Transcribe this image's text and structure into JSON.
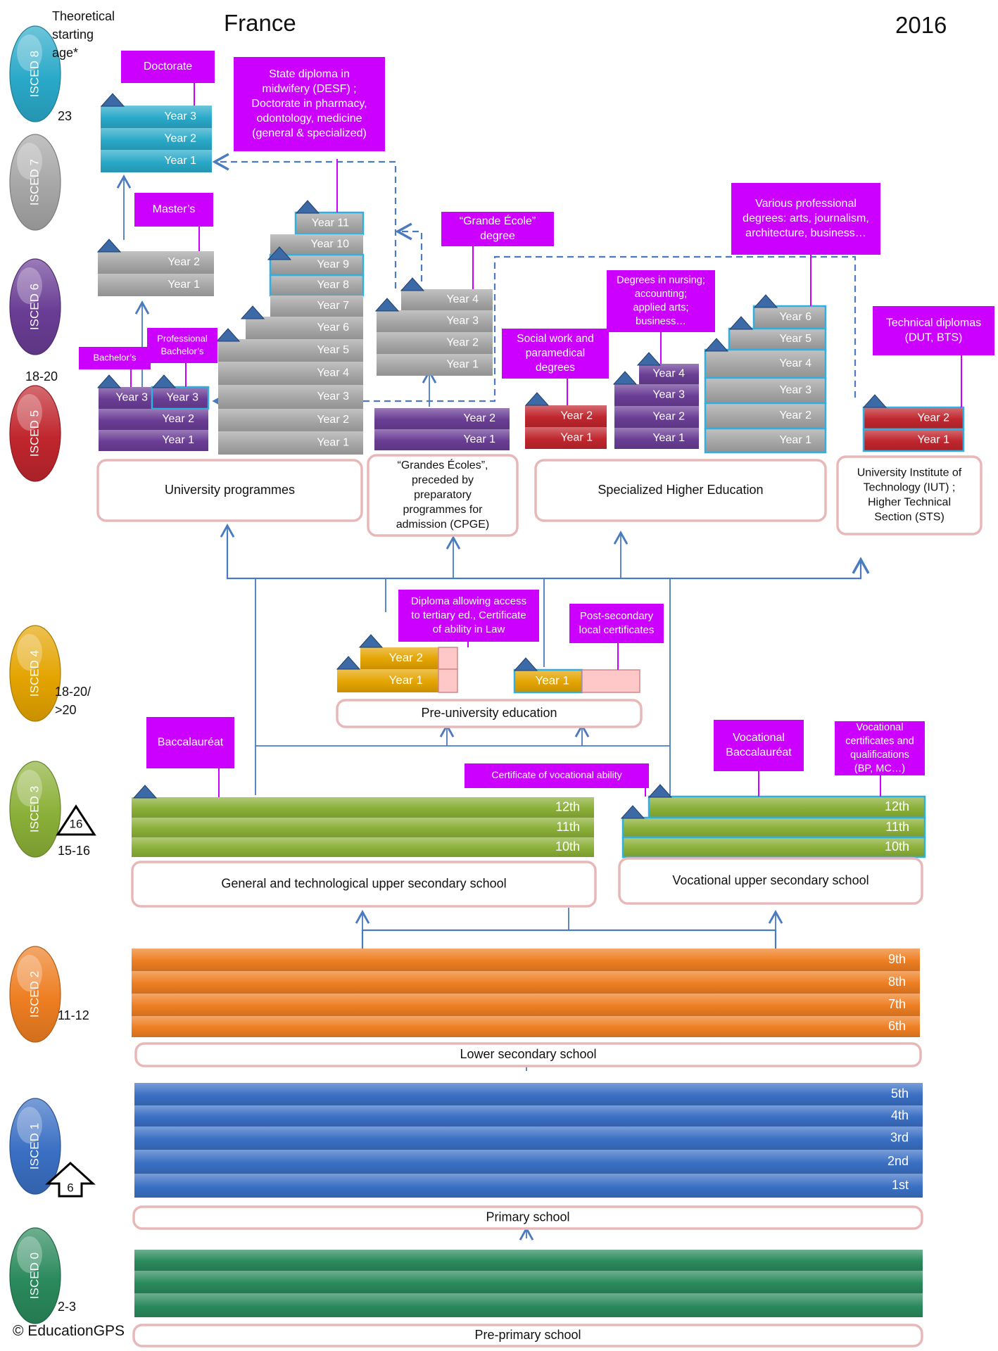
{
  "header": {
    "country": "France",
    "year": "2016",
    "age_header": [
      "Theoretical",
      "starting",
      "age*"
    ],
    "copyright": "© EducationGPS"
  },
  "isced_labels": [
    "ISCED 8",
    "ISCED 7",
    "ISCED 6",
    "ISCED 5",
    "ISCED 4",
    "ISCED 3",
    "ISCED 2",
    "ISCED 1",
    "ISCED 0"
  ],
  "ages": {
    "isced8": "23",
    "isced5": "18-20",
    "isced4": [
      "18-20/",
      ">20"
    ],
    "isced3": "15-16",
    "isced2": "11-12",
    "isced0": "2-3"
  },
  "markers": {
    "compulsory_end": "16",
    "compulsory_start": "6"
  },
  "colors": {
    "isced8": "#2aa9c9",
    "isced7": "#a6a6a6",
    "isced6": "#6a3d95",
    "isced5": "#c0262d",
    "isced4": "#e4a400",
    "isced3": "#8bb038",
    "isced2": "#ee7e22",
    "isced1": "#3a6fc4",
    "isced0": "#2a8a5c",
    "magenta": "#cc00ff",
    "frame": "#e8b8b8",
    "connector": "#4a7bc0"
  },
  "programmes": {
    "university": "University programmes",
    "grandes_ecoles": [
      "“Grandes Écoles”,",
      "preceded by",
      "preparatory",
      "programmes for",
      "admission (CPGE)"
    ],
    "specialized": "Specialized Higher Education",
    "iut": [
      "University Institute of",
      "Technology (IUT) ;",
      "Higher Technical",
      "Section (STS)"
    ],
    "pre_university": "Pre-university education",
    "general_upper": "General and technological upper secondary school",
    "vocational_upper": "Vocational upper secondary school",
    "lower_secondary": "Lower secondary school",
    "primary": "Primary school",
    "pre_primary": "Pre-primary school"
  },
  "qualifications": {
    "doctorate": "Doctorate",
    "state_diploma": [
      "State diploma in",
      "midwifery (DESF) ;",
      "Doctorate in pharmacy,",
      "odontology, medicine",
      "(general & specialized)"
    ],
    "masters": "Master’s",
    "grande_ecole": [
      "“Grande École”",
      "degree"
    ],
    "various_professional": [
      "Various professional",
      "degrees: arts, journalism,",
      "architecture, business…"
    ],
    "nursing": [
      "Degrees in nursing;",
      "accounting;",
      "applied arts;",
      "business…"
    ],
    "social_work": [
      "Social work and",
      "paramedical",
      "degrees"
    ],
    "technical": [
      "Technical diplomas",
      "(DUT, BTS)"
    ],
    "bachelors": "Bachelor’s",
    "prof_bachelors": [
      "Professional",
      "Bachelor’s"
    ],
    "diploma_access": [
      "Diploma allowing access",
      "to tertiary ed., Certificate",
      "of ability in Law"
    ],
    "post_secondary": [
      "Post-secondary",
      "local certificates"
    ],
    "baccalaureat": "Baccalauréat",
    "cert_vocational": "Certificate of vocational ability",
    "voc_bac": [
      "Vocational",
      "Baccalauréat"
    ],
    "voc_certs": [
      "Vocational",
      "certificates and",
      "qualifications",
      "(BP, MC…)"
    ]
  },
  "grades": {
    "year1": "Year 1",
    "year2": "Year 2",
    "year3": "Year 3",
    "year4": "Year 4",
    "year5": "Year 5",
    "year6": "Year 6",
    "year7": "Year 7",
    "year8": "Year 8",
    "year9": "Year 9",
    "year10": "Year 10",
    "year11": "Year 11",
    "upper": [
      "12th",
      "11th",
      "10th"
    ],
    "lower": [
      "9th",
      "8th",
      "7th",
      "6th"
    ],
    "primary": [
      "5th",
      "4th",
      "3rd",
      "2nd",
      "1st"
    ]
  }
}
